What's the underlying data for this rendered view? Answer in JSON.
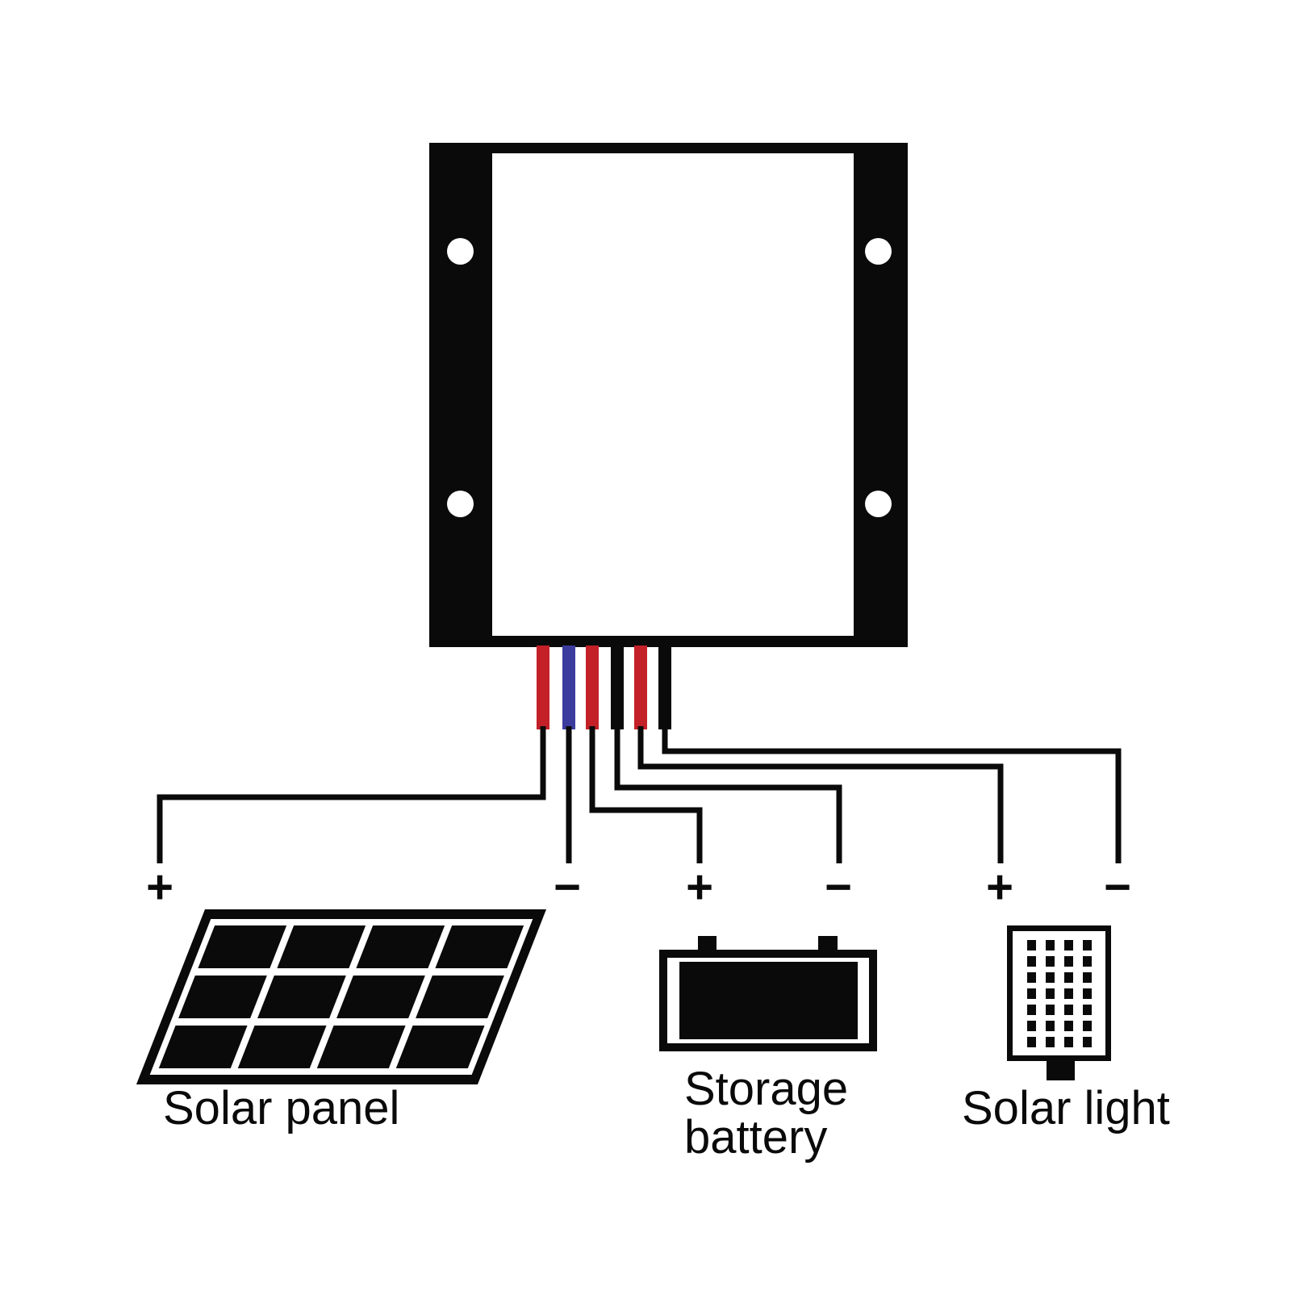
{
  "diagram": {
    "background_color": "#ffffff",
    "line_color": "#0a0a0a",
    "controller": {
      "icon": "charge-controller-icon",
      "mounting_holes": 4
    },
    "wires": [
      {
        "id": "solar-panel-positive",
        "color": "#c32028",
        "polarity": "+",
        "connects": "Solar panel"
      },
      {
        "id": "solar-panel-negative",
        "color": "#3b3c9e",
        "polarity": "−",
        "connects": "Solar panel"
      },
      {
        "id": "battery-positive",
        "color": "#c32028",
        "polarity": "+",
        "connects": "Storage battery"
      },
      {
        "id": "battery-negative",
        "color": "#0a0a0a",
        "polarity": "−",
        "connects": "Storage battery"
      },
      {
        "id": "light-positive",
        "color": "#c32028",
        "polarity": "+",
        "connects": "Solar light"
      },
      {
        "id": "light-negative",
        "color": "#0a0a0a",
        "polarity": "−",
        "connects": "Solar light"
      }
    ],
    "components": [
      {
        "id": "solar-panel",
        "label": "Solar panel",
        "icon": "solar-panel-icon"
      },
      {
        "id": "storage-battery",
        "label": "Storage battery",
        "label_lines": [
          "Storage",
          "battery"
        ],
        "icon": "storage-battery-icon"
      },
      {
        "id": "solar-light",
        "label": "Solar light",
        "icon": "solar-light-icon"
      }
    ]
  }
}
